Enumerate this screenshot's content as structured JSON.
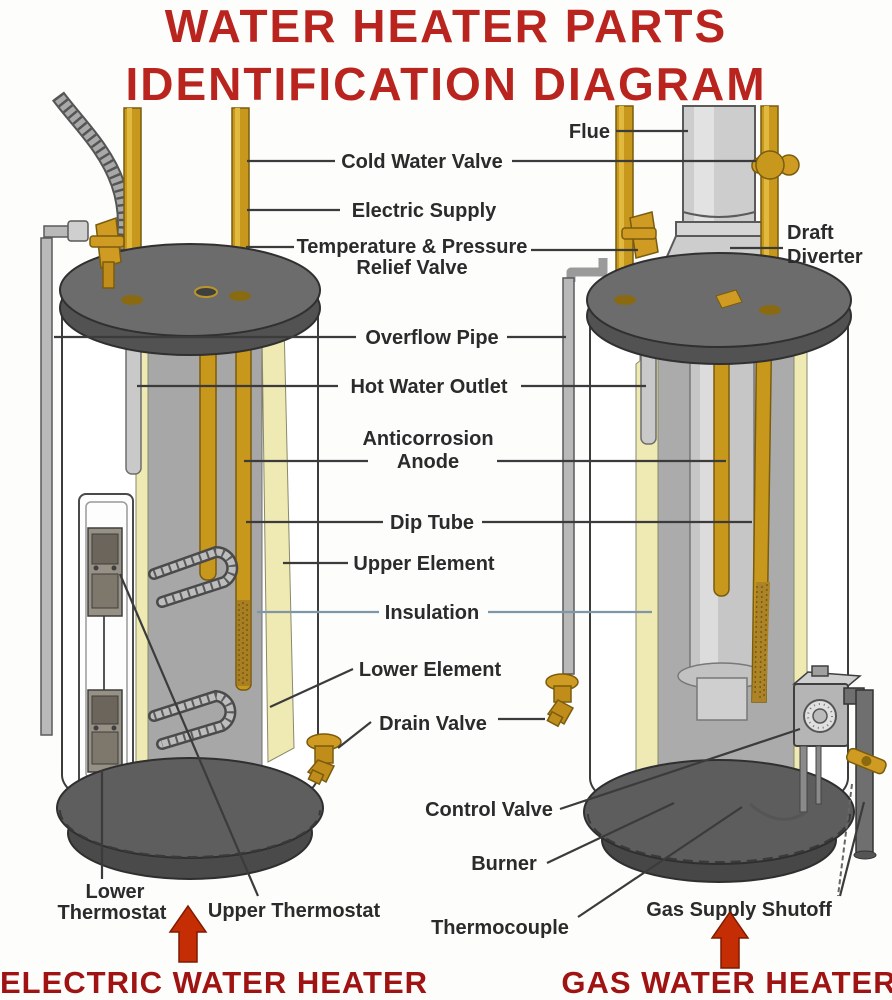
{
  "title": {
    "line1": "WATER HEATER PARTS",
    "line2": "IDENTIFICATION DIAGRAM"
  },
  "labels": {
    "flue": "Flue",
    "cold_water_valve": "Cold Water Valve",
    "electric_supply": "Electric Supply",
    "tp_relief_1": "Temperature & Pressure",
    "tp_relief_2": "Relief Valve",
    "overflow_pipe": "Overflow Pipe",
    "hot_water_outlet": "Hot Water Outlet",
    "anticorrosion_1": "Anticorrosion",
    "anticorrosion_2": "Anode",
    "dip_tube": "Dip Tube",
    "upper_element": "Upper Element",
    "insulation": "Insulation",
    "lower_element": "Lower Element",
    "drain_valve": "Drain Valve",
    "control_valve": "Control Valve",
    "burner": "Burner",
    "thermocouple": "Thermocouple",
    "gas_supply_shutoff": "Gas Supply Shutoff",
    "lower_thermostat_1": "Lower",
    "lower_thermostat_2": "Thermostat",
    "upper_thermostat": "Upper Thermostat",
    "draft_diverter_1": "Draft",
    "draft_diverter_2": "Diverter"
  },
  "captions": {
    "electric": "ELECTRIC WATER HEATER",
    "gas": "GAS WATER HEATER"
  },
  "icons": {
    "electric_arrow": "red-up-arrow",
    "gas_arrow": "red-up-arrow"
  },
  "colors": {
    "title_red": "#b9241f",
    "caption_red": "#a01313",
    "arrow_red": "#c52e04",
    "label_black": "#2b2b2b",
    "pipe_gold": "#c8981d",
    "insulation_cream": "#efe9b4",
    "tank_gray": "#6c6c6c"
  }
}
